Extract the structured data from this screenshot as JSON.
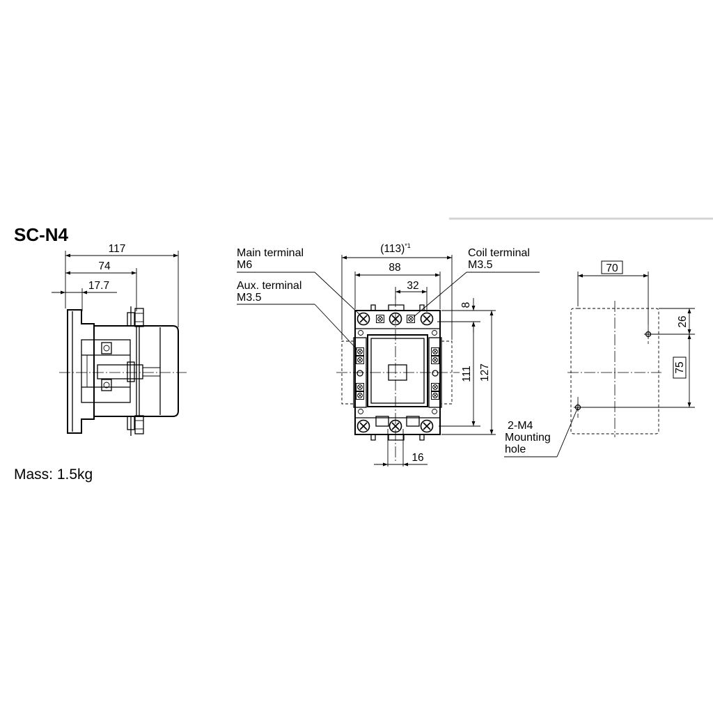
{
  "title": "SC-N4",
  "mass": "Mass: 1.5kg",
  "labels": {
    "main_terminal": [
      "Main terminal",
      "M6"
    ],
    "aux_terminal": [
      "Aux. terminal",
      "M3.5"
    ],
    "coil_terminal": [
      "Coil terminal",
      "M3.5"
    ],
    "mounting_hole": [
      "2-M4",
      "Mounting",
      "hole"
    ]
  },
  "dimensions": {
    "side_depth_total": "117",
    "side_depth_body": "74",
    "side_depth_base": "17.7",
    "front_width_overall": "(113)",
    "front_width_overall_note": "*1",
    "front_width_body": "88",
    "front_terminal_pitch": "32",
    "front_top_offset": "8",
    "front_height_inner": "111",
    "front_height_overall": "127",
    "front_bottom_offset": "16",
    "mount_width": "70",
    "mount_top_offset": "26",
    "mount_height": "75"
  }
}
